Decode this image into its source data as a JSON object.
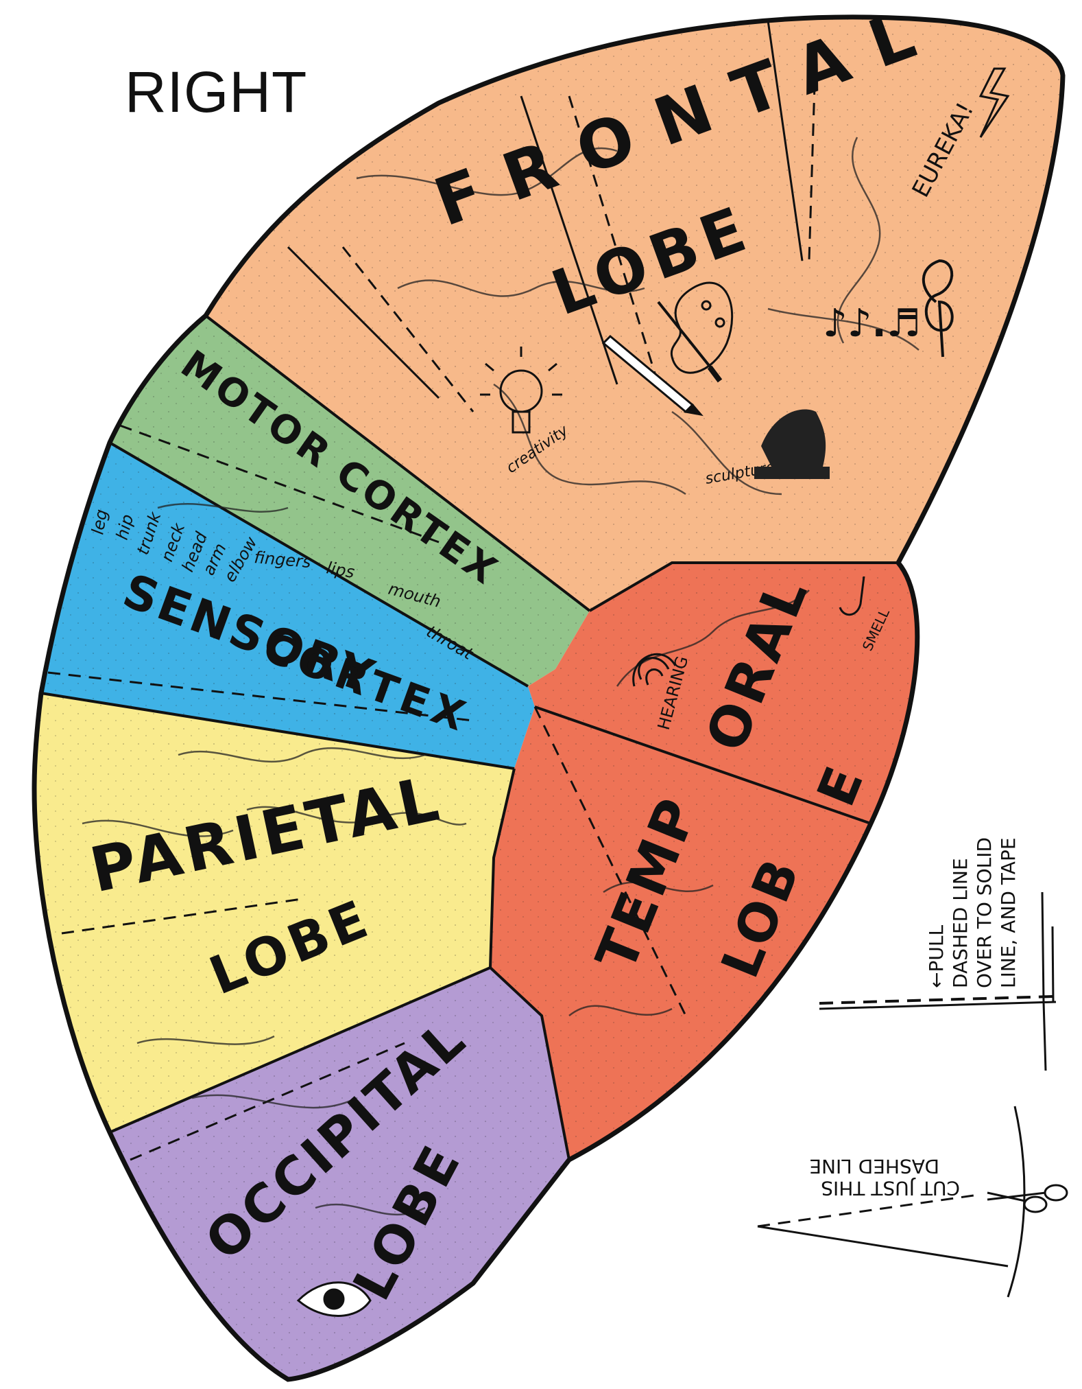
{
  "title": "RIGHT",
  "colors": {
    "frontal": "#f7b98a",
    "motor": "#93c48b",
    "sensory": "#3fb2e6",
    "parietal": "#f9eb8e",
    "occipital": "#b49bd3",
    "temporal": "#ee7356",
    "outline": "#111111"
  },
  "lobes": {
    "frontal": {
      "word1": "FRONTAL",
      "word2": "LOBE"
    },
    "motor": {
      "label": "MOTOR CORTEX"
    },
    "sensory": {
      "word1": "SENSORY",
      "word2": "CORTEX"
    },
    "parietal": {
      "word1": "PARIETAL",
      "word2": "LOBE"
    },
    "occipital": {
      "word1": "OCCIPITAL",
      "word2": "LOBE"
    },
    "temporal": {
      "word1a": "TEMP",
      "word1b": "ORAL",
      "word2a": "LOB",
      "word2b": "E"
    }
  },
  "body_parts": [
    "leg",
    "hip",
    "trunk",
    "neck",
    "head",
    "arm",
    "elbow",
    "fingers",
    "lips",
    "mouth",
    "throat"
  ],
  "annotations": {
    "eureka": "EUREKA!",
    "creativity": "creativity",
    "sculpture": "sculpture",
    "hearing": "HEARING",
    "smell": "SMELL",
    "music_notes": "♪♪.♬"
  },
  "instructions": {
    "pull_line1": "←PULL",
    "pull_line2": "DASHED LINE",
    "pull_line3": "OVER TO SOLID",
    "pull_line4": "LINE, AND TAPE",
    "cut_line1": "CUT JUST THIS",
    "cut_line2": "DASHED LINE"
  },
  "icons": [
    "lightbulb-icon",
    "paint-palette-icon",
    "paintbrush-icon",
    "pencil-icon",
    "sculpture-icon",
    "treble-clef-icon",
    "lightning-icon",
    "ear-icon",
    "nose-icon",
    "eye-icon",
    "scissors-icon"
  ]
}
